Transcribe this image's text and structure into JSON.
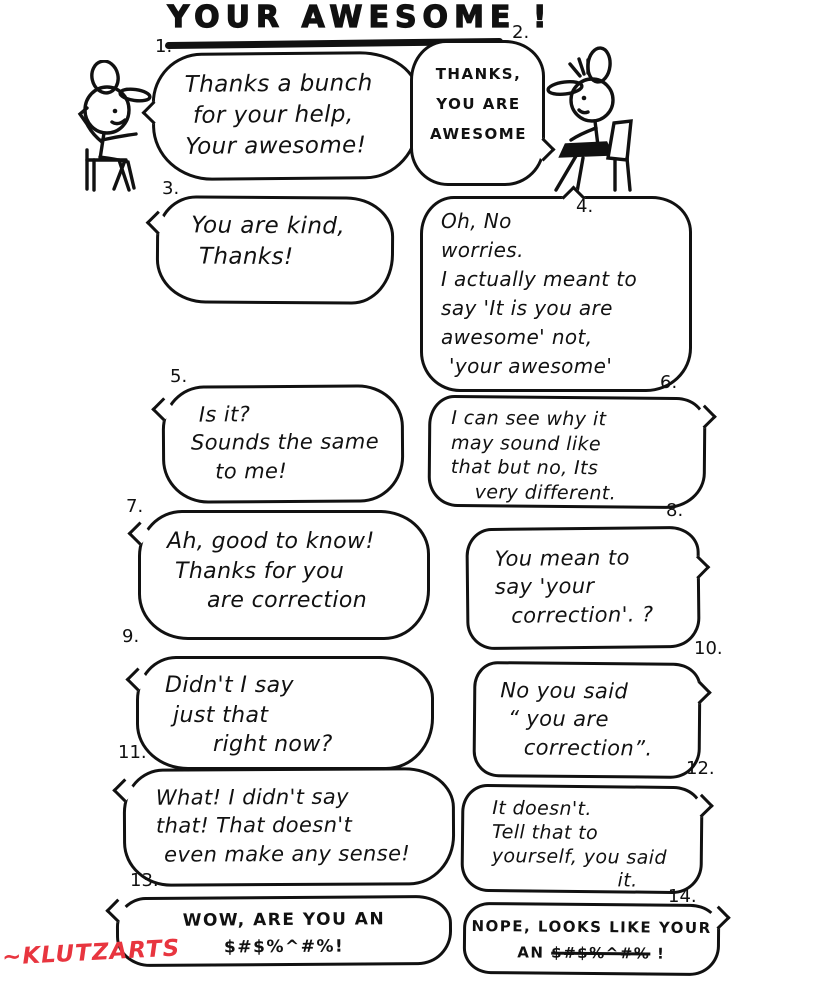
{
  "title": "YOUR AWESOME !",
  "signature": "~KLUTZARTS",
  "colors": {
    "ink": "#111111",
    "background": "#ffffff",
    "signature": "#e8353f"
  },
  "figures": {
    "left": "stick-figure-with-cap-sitting-on-chair",
    "right": "stick-figure-with-backwards-cap-sitting-with-laptop"
  },
  "bubbles": [
    {
      "number": "1.",
      "speaker": "left",
      "case": "hand",
      "lines": [
        "Thanks a bunch",
        "for your help,",
        "Your awesome!"
      ]
    },
    {
      "number": "2.",
      "speaker": "right",
      "case": "caps",
      "lines": [
        "THANKS,",
        "YOU ARE",
        "AWESOME"
      ]
    },
    {
      "number": "3.",
      "speaker": "left",
      "case": "hand",
      "lines": [
        "You are kind,",
        "Thanks!"
      ]
    },
    {
      "number": "4.",
      "speaker": "right",
      "case": "hand",
      "lines": [
        "Oh, No",
        "worries.",
        "I actually meant to",
        "say 'It is you are",
        "awesome' not,",
        "'your awesome'"
      ]
    },
    {
      "number": "5.",
      "speaker": "left",
      "case": "hand",
      "lines": [
        "Is it?",
        "Sounds the same",
        "to me!"
      ]
    },
    {
      "number": "6.",
      "speaker": "right",
      "case": "hand",
      "lines": [
        "I can see why it",
        "may sound like",
        "that but no, Its",
        "very different."
      ]
    },
    {
      "number": "7.",
      "speaker": "left",
      "case": "hand",
      "lines": [
        "Ah, good to know!",
        "Thanks for you",
        "are correction"
      ]
    },
    {
      "number": "8.",
      "speaker": "right",
      "case": "hand",
      "lines": [
        "You mean to",
        "say 'your",
        "correction'. ?"
      ]
    },
    {
      "number": "9.",
      "speaker": "left",
      "case": "hand",
      "lines": [
        "Didn't I say",
        "just that",
        "right now?"
      ]
    },
    {
      "number": "10.",
      "speaker": "right",
      "case": "hand",
      "lines": [
        "No you said",
        "“ you are",
        "correction”."
      ]
    },
    {
      "number": "11.",
      "speaker": "left",
      "case": "hand",
      "lines": [
        "What! I didn't say",
        "that! That doesn't",
        "even make any sense!"
      ]
    },
    {
      "number": "12.",
      "speaker": "right",
      "case": "hand",
      "lines": [
        "It doesn't.",
        "Tell that to",
        "yourself, you said",
        "it."
      ]
    },
    {
      "number": "13.",
      "speaker": "left",
      "case": "caps",
      "lines": [
        "WOW, ARE YOU AN",
        "$#$%^#%!"
      ]
    },
    {
      "number": "14.",
      "speaker": "right",
      "case": "caps",
      "line1": "NOPE, LOOKS LIKE YOUR",
      "line2_prefix": "AN ",
      "line2_swear": "$#$%^#%",
      "line2_suffix": " !"
    }
  ]
}
